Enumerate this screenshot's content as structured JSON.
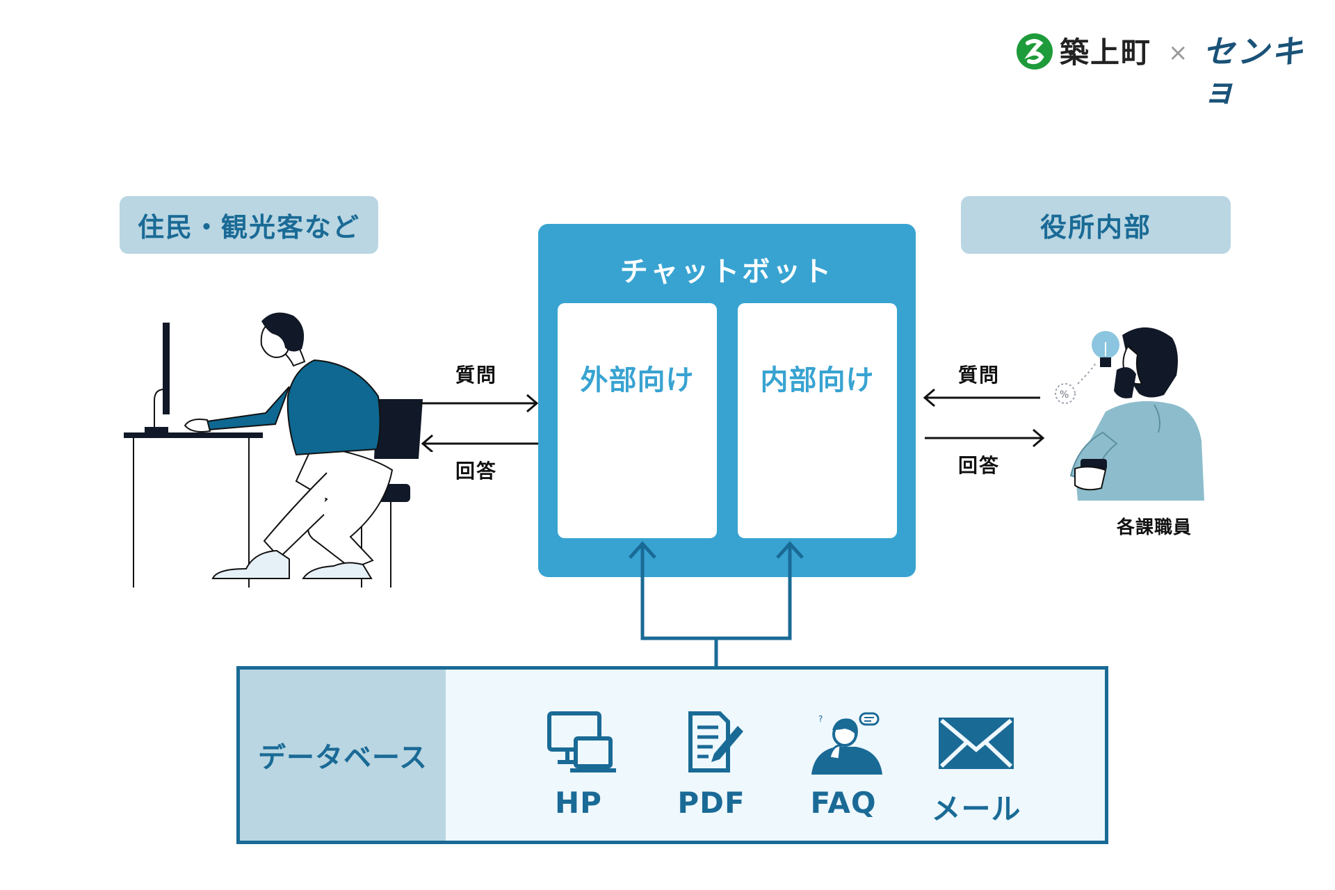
{
  "header": {
    "town_name": "築上町",
    "separator": "×",
    "company_name": "センキョ"
  },
  "left": {
    "label": "住民・観光客など",
    "question": "質問",
    "answer": "回答"
  },
  "right": {
    "label": "役所内部",
    "question": "質問",
    "answer": "回答",
    "role": "各課職員"
  },
  "chatbot": {
    "title": "チャットボット",
    "external": "外部向け",
    "internal": "内部向け"
  },
  "database": {
    "label": "データベース",
    "sources": [
      {
        "label": "HP",
        "icon": "devices-icon"
      },
      {
        "label": "PDF",
        "icon": "document-edit-icon"
      },
      {
        "label": "FAQ",
        "icon": "support-person-icon"
      },
      {
        "label": "メール",
        "icon": "mail-icon"
      }
    ]
  },
  "colors": {
    "primary": "#38a3d1",
    "dark_blue": "#1a6a96",
    "pill": "#b9d6e2",
    "db_bg": "#eef8fd"
  }
}
